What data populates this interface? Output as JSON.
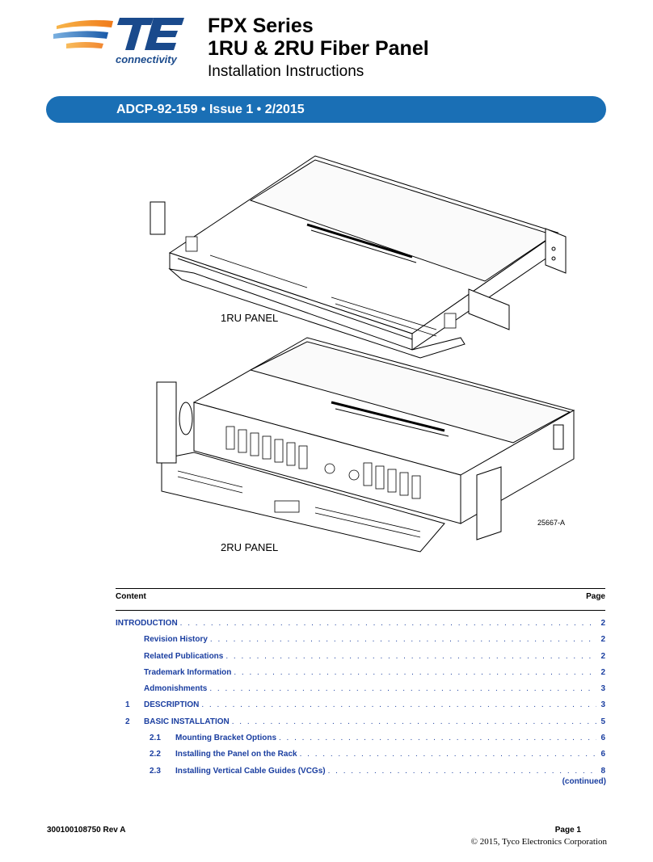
{
  "header": {
    "logo_wordmark": "TE",
    "logo_tagline": "connectivity",
    "title_line1": "FPX Series",
    "title_line2": "1RU & 2RU Fiber Panel",
    "subtitle": "Installation Instructions"
  },
  "banner": {
    "text": "ADCP-92-159 • Issue 1 • 2/2015"
  },
  "figure": {
    "label_top": "1RU PANEL",
    "label_bottom": "2RU PANEL",
    "figure_number": "25667-A"
  },
  "toc": {
    "header_left": "Content",
    "header_right": "Page",
    "entries": [
      {
        "num": "",
        "title": "INTRODUCTION",
        "page": "2",
        "level": 0
      },
      {
        "num": "",
        "title": "Revision History",
        "page": "2",
        "level": 1
      },
      {
        "num": "",
        "title": "Related Publications",
        "page": "2",
        "level": 1
      },
      {
        "num": "",
        "title": "Trademark Information",
        "page": "2",
        "level": 1
      },
      {
        "num": "",
        "title": "Admonishments",
        "page": "3",
        "level": 1
      },
      {
        "num": "1",
        "title": "DESCRIPTION",
        "page": "3",
        "level": 1
      },
      {
        "num": "2",
        "title": "BASIC INSTALLATION",
        "page": "5",
        "level": 1
      },
      {
        "num": "2.1",
        "title": "Mounting Bracket Options",
        "page": "6",
        "level": 2
      },
      {
        "num": "2.2",
        "title": "Installing the Panel on the Rack",
        "page": "6",
        "level": 2
      },
      {
        "num": "2.3",
        "title": "Installing Vertical Cable Guides (VCGs)",
        "page": "8",
        "level": 2
      }
    ],
    "continued": "(continued)"
  },
  "footer": {
    "doc_number": "300100108750 Rev A",
    "page": "Page 1",
    "copyright": "© 2015, Tyco Electronics Corporation"
  },
  "colors": {
    "brand_blue": "#1a6fb5",
    "toc_blue": "#1a3ea0",
    "logo_orange": "#f28c28"
  }
}
